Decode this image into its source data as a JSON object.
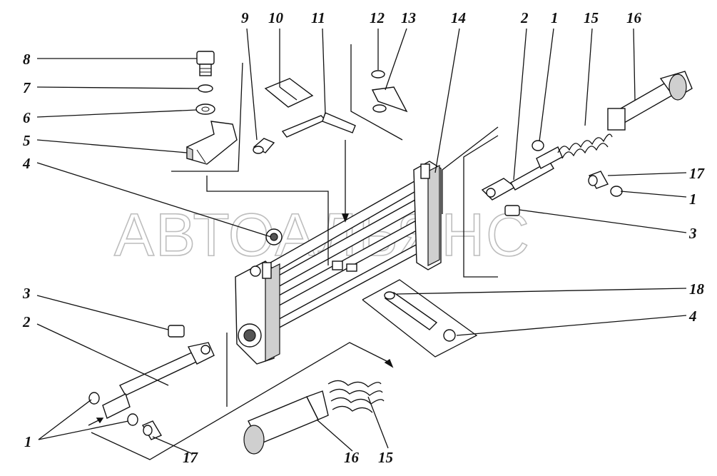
{
  "watermark": "АВТОАЛЬЯНС",
  "callouts": {
    "c1a": "1",
    "c1b": "1",
    "c1c": "1",
    "c2a": "2",
    "c2b": "2",
    "c3a": "3",
    "c3b": "3",
    "c4a": "4",
    "c4b": "4",
    "c5": "5",
    "c6": "6",
    "c7": "7",
    "c8": "8",
    "c9": "9",
    "c10": "10",
    "c11": "11",
    "c12": "12",
    "c13": "13",
    "c14": "14",
    "c15a": "15",
    "c15b": "15",
    "c16a": "16",
    "c16b": "16",
    "c17a": "17",
    "c17b": "17",
    "c18": "18"
  }
}
